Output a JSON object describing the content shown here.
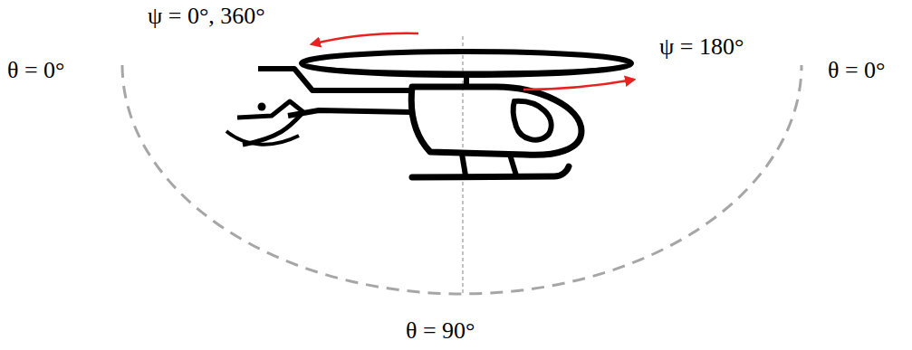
{
  "diagram": {
    "labels": [
      "ψ = 0°, 360°",
      "θ = 0°",
      "ψ = 180°",
      "θ = 0°",
      "θ = 90°"
    ]
  }
}
